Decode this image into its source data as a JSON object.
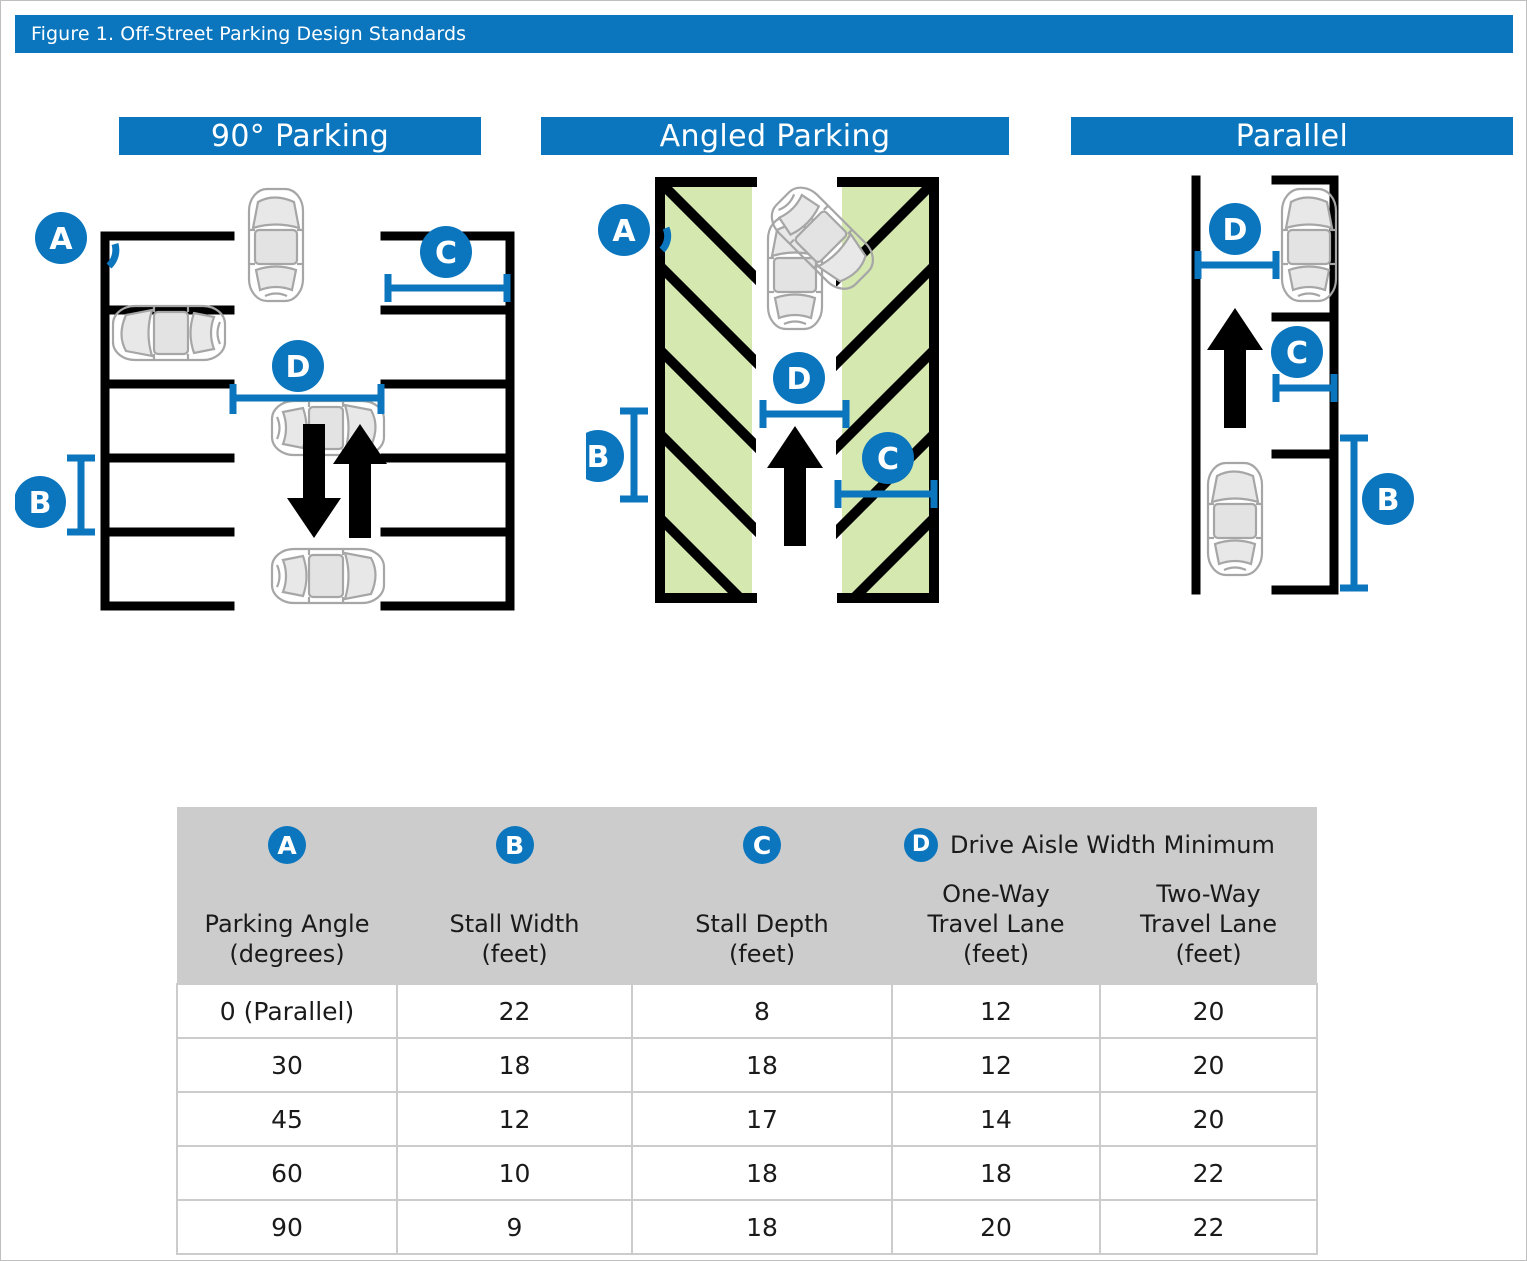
{
  "figure": {
    "title": "Figure 1. Off-Street Parking Design Standards",
    "accent_blue": "#0b76be",
    "header_gray": "#cccccc",
    "stall_green": "#d5e8b0",
    "line_black": "#000000",
    "car_outline_gray": "#a6a6a6"
  },
  "sections": [
    {
      "id": "ninety",
      "label": "90° Parking"
    },
    {
      "id": "angled",
      "label": "Angled Parking"
    },
    {
      "id": "parallel",
      "label": "Parallel"
    }
  ],
  "callouts": {
    "a": "A",
    "b": "B",
    "c": "C",
    "d": "D"
  },
  "diagrams": {
    "ninety": {
      "name": "90-degree parking diagram",
      "callouts": [
        "A",
        "C",
        "D",
        "B"
      ],
      "traffic": "two-way",
      "cars": 4
    },
    "angled": {
      "name": "angled parking diagram",
      "callouts": [
        "A",
        "D",
        "B",
        "C"
      ],
      "traffic": "one-way",
      "cars": 2
    },
    "parallel": {
      "name": "parallel parking diagram",
      "callouts": [
        "D",
        "C",
        "B"
      ],
      "traffic": "one-way",
      "cars": 2
    }
  },
  "table": {
    "group_header": {
      "badge": "D",
      "label": "Drive Aisle Width Minimum"
    },
    "columns": [
      {
        "badge": "A",
        "title": "Parking Angle",
        "unit": "(degrees)"
      },
      {
        "badge": "B",
        "title": "Stall Width",
        "unit": "(feet)"
      },
      {
        "badge": "C",
        "title": "Stall Depth",
        "unit": "(feet)"
      },
      {
        "badge": "",
        "title": "One-Way\nTravel Lane",
        "unit": "(feet)",
        "line1": "One-Way",
        "line2": "Travel Lane"
      },
      {
        "badge": "",
        "title": "Two-Way\nTravel Lane",
        "unit": "(feet)",
        "line1": "Two-Way",
        "line2": "Travel Lane"
      }
    ],
    "rows": [
      {
        "angle": "0 (Parallel)",
        "stall_width": "22",
        "stall_depth": "8",
        "one_way": "12",
        "two_way": "20"
      },
      {
        "angle": "30",
        "stall_width": "18",
        "stall_depth": "18",
        "one_way": "12",
        "two_way": "20"
      },
      {
        "angle": "45",
        "stall_width": "12",
        "stall_depth": "17",
        "one_way": "14",
        "two_way": "20"
      },
      {
        "angle": "60",
        "stall_width": "10",
        "stall_depth": "18",
        "one_way": "18",
        "two_way": "22"
      },
      {
        "angle": "90",
        "stall_width": "9",
        "stall_depth": "18",
        "one_way": "20",
        "two_way": "22"
      }
    ]
  },
  "chart_data": {
    "type": "table",
    "title": "Off-Street Parking Design Standards",
    "categories": [
      "0 (Parallel)",
      "30",
      "45",
      "60",
      "90"
    ],
    "xlabel": "Parking Angle (degrees)",
    "series": [
      {
        "name": "Stall Width (feet)",
        "key": "B",
        "values": [
          22,
          18,
          12,
          10,
          9
        ]
      },
      {
        "name": "Stall Depth (feet)",
        "key": "C",
        "values": [
          8,
          18,
          17,
          18,
          18
        ]
      },
      {
        "name": "Drive Aisle Width Minimum - One-Way Travel Lane (feet)",
        "key": "D",
        "values": [
          12,
          12,
          14,
          18,
          20
        ]
      },
      {
        "name": "Drive Aisle Width Minimum - Two-Way Travel Lane (feet)",
        "key": "D",
        "values": [
          20,
          20,
          20,
          22,
          22
        ]
      }
    ]
  }
}
